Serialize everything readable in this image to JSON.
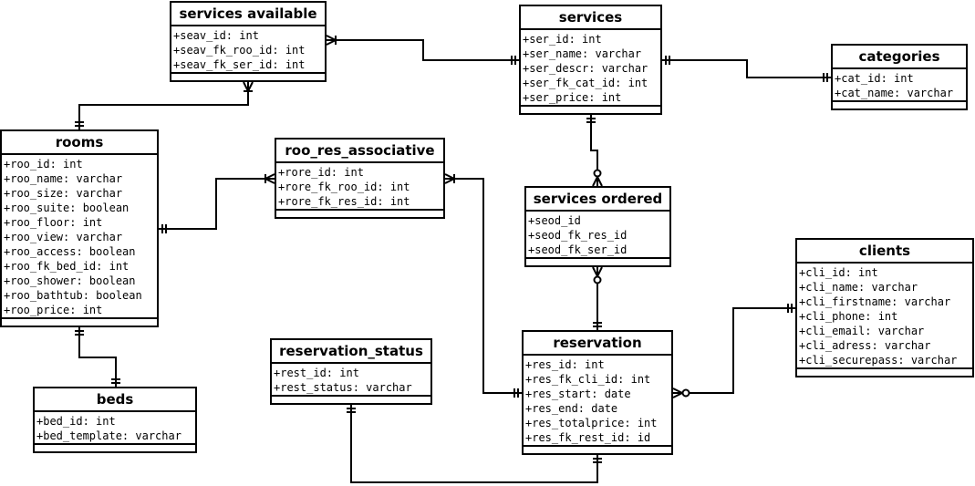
{
  "entities": {
    "services_available": {
      "title": "services available",
      "attrs": [
        "+seav_id: int",
        "+seav_fk_roo_id: int",
        "+seav_fk_ser_id: int"
      ]
    },
    "services": {
      "title": "services",
      "attrs": [
        "+ser_id: int",
        "+ser_name: varchar",
        "+ser_descr: varchar",
        "+ser_fk_cat_id: int",
        "+ser_price: int"
      ]
    },
    "categories": {
      "title": "categories",
      "attrs": [
        "+cat_id: int",
        "+cat_name: varchar"
      ]
    },
    "rooms": {
      "title": "rooms",
      "attrs": [
        "+roo_id: int",
        "+roo_name: varchar",
        "+roo_size: varchar",
        "+roo_suite: boolean",
        "+roo_floor: int",
        "+roo_view: varchar",
        "+roo_access: boolean",
        "+roo_fk_bed_id: int",
        "+roo_shower: boolean",
        "+roo_bathtub: boolean",
        "+roo_price: int"
      ]
    },
    "roo_res_associative": {
      "title": "roo_res_associative",
      "attrs": [
        "+rore_id: int",
        "+rore_fk_roo_id: int",
        "+rore_fk_res_id: int"
      ]
    },
    "services_ordered": {
      "title": "services ordered",
      "attrs": [
        "+seod_id",
        "+seod_fk_res_id",
        "+seod_fk_ser_id"
      ]
    },
    "clients": {
      "title": "clients",
      "attrs": [
        "+cli_id: int",
        "+cli_name: varchar",
        "+cli_firstname: varchar",
        "+cli_phone: int",
        "+cli_email: varchar",
        "+cli_adress: varchar",
        "+cli_securepass: varchar"
      ]
    },
    "reservation_status": {
      "title": "reservation_status",
      "attrs": [
        "+rest_id: int",
        "+rest_status: varchar"
      ]
    },
    "reservation": {
      "title": "reservation",
      "attrs": [
        "+res_id: int",
        "+res_fk_cli_id: int",
        "+res_start: date",
        "+res_end: date",
        "+res_totalprice: int",
        "+res_fk_rest_id: id"
      ]
    },
    "beds": {
      "title": "beds",
      "attrs": [
        "+bed_id: int",
        "+bed_template: varchar"
      ]
    }
  },
  "relationships": [
    {
      "from": "services_available",
      "to": "services",
      "from_end": "one-or-many",
      "to_end": "exactly-one"
    },
    {
      "from": "services",
      "to": "categories",
      "from_end": "exactly-one",
      "to_end": "exactly-one"
    },
    {
      "from": "services_available",
      "to": "rooms",
      "from_end": "one-or-many",
      "to_end": "exactly-one"
    },
    {
      "from": "rooms",
      "to": "roo_res_associative",
      "from_end": "exactly-one",
      "to_end": "one-or-many"
    },
    {
      "from": "roo_res_associative",
      "to": "reservation",
      "from_end": "one-or-many",
      "to_end": "exactly-one"
    },
    {
      "from": "services",
      "to": "services_ordered",
      "from_end": "exactly-one",
      "to_end": "zero-or-many"
    },
    {
      "from": "services_ordered",
      "to": "reservation",
      "from_end": "zero-or-many",
      "to_end": "exactly-one"
    },
    {
      "from": "clients",
      "to": "reservation",
      "from_end": "exactly-one",
      "to_end": "zero-or-many"
    },
    {
      "from": "rooms",
      "to": "beds",
      "from_end": "exactly-one",
      "to_end": "exactly-one"
    },
    {
      "from": "reservation_status",
      "to": "reservation",
      "from_end": "exactly-one",
      "to_end": "exactly-one"
    }
  ]
}
